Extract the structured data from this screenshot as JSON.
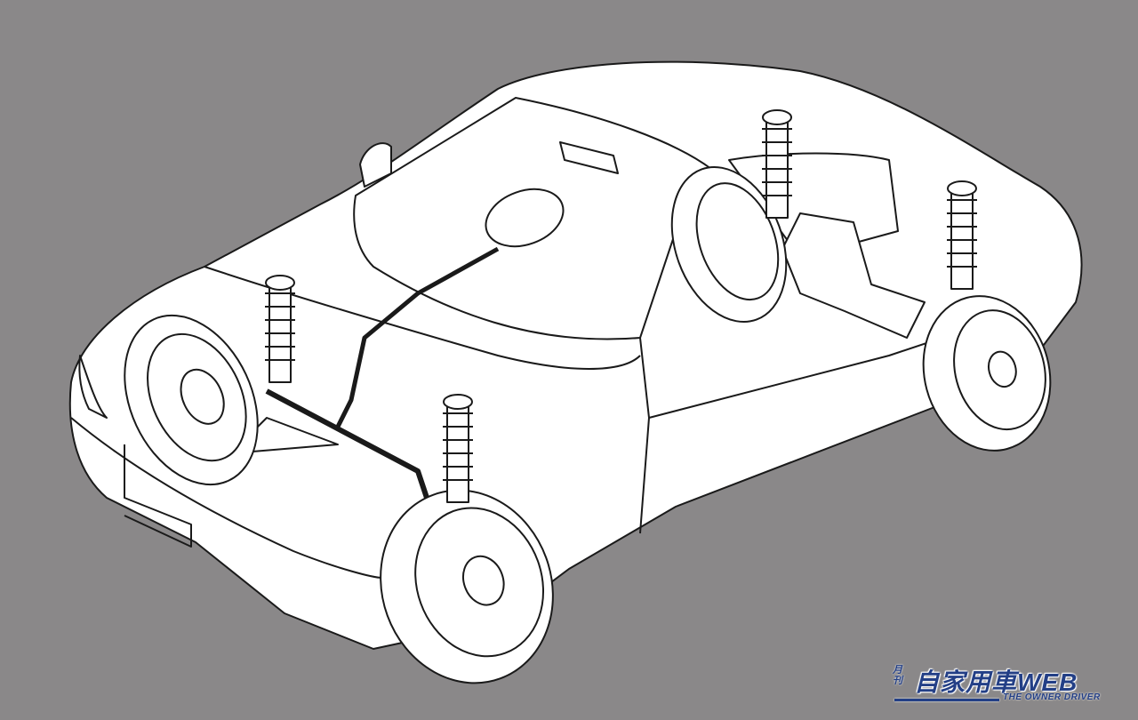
{
  "background_color": "#8a8889",
  "line_color": "#1a1a1a",
  "fill_color": "#ffffff",
  "logo": {
    "small_text": "月刊",
    "main_text": "自家用車WEB",
    "sub_text": "THE OWNER DRIVER",
    "color": "#233f86"
  }
}
